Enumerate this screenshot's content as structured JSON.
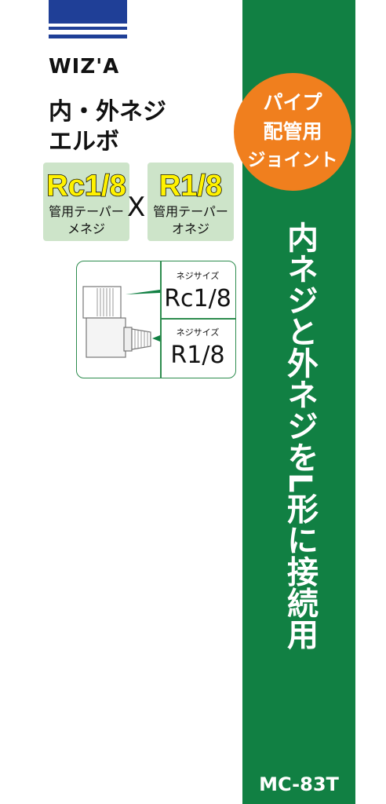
{
  "brand": "WIZ'A",
  "title": {
    "line1": "内・外ネジ",
    "line2": "エルボ"
  },
  "spec": {
    "female": {
      "size": "Rc1/8",
      "desc_line1": "管用テーパー",
      "desc_line2": "メネジ"
    },
    "cross": "X",
    "male": {
      "size": "R1/8",
      "desc_line1": "管用テーパー",
      "desc_line2": "オネジ"
    }
  },
  "diagram": {
    "top": {
      "label": "ネジサイズ",
      "size": "Rc1/8"
    },
    "bottom": {
      "label": "ネジサイズ",
      "size": "R1/8"
    }
  },
  "badge": {
    "line1": "パイプ",
    "line2": "配管用",
    "line3": "ジョイント"
  },
  "vertical_text": "内ネジと外ネジをL形に接続用",
  "model": "MC-83T",
  "colors": {
    "stripe_blue": "#1f3f97",
    "panel_green": "#118043",
    "badge_orange": "#f07f1e",
    "spec_bg": "#cde4c9",
    "size_yellow": "#fff200"
  }
}
